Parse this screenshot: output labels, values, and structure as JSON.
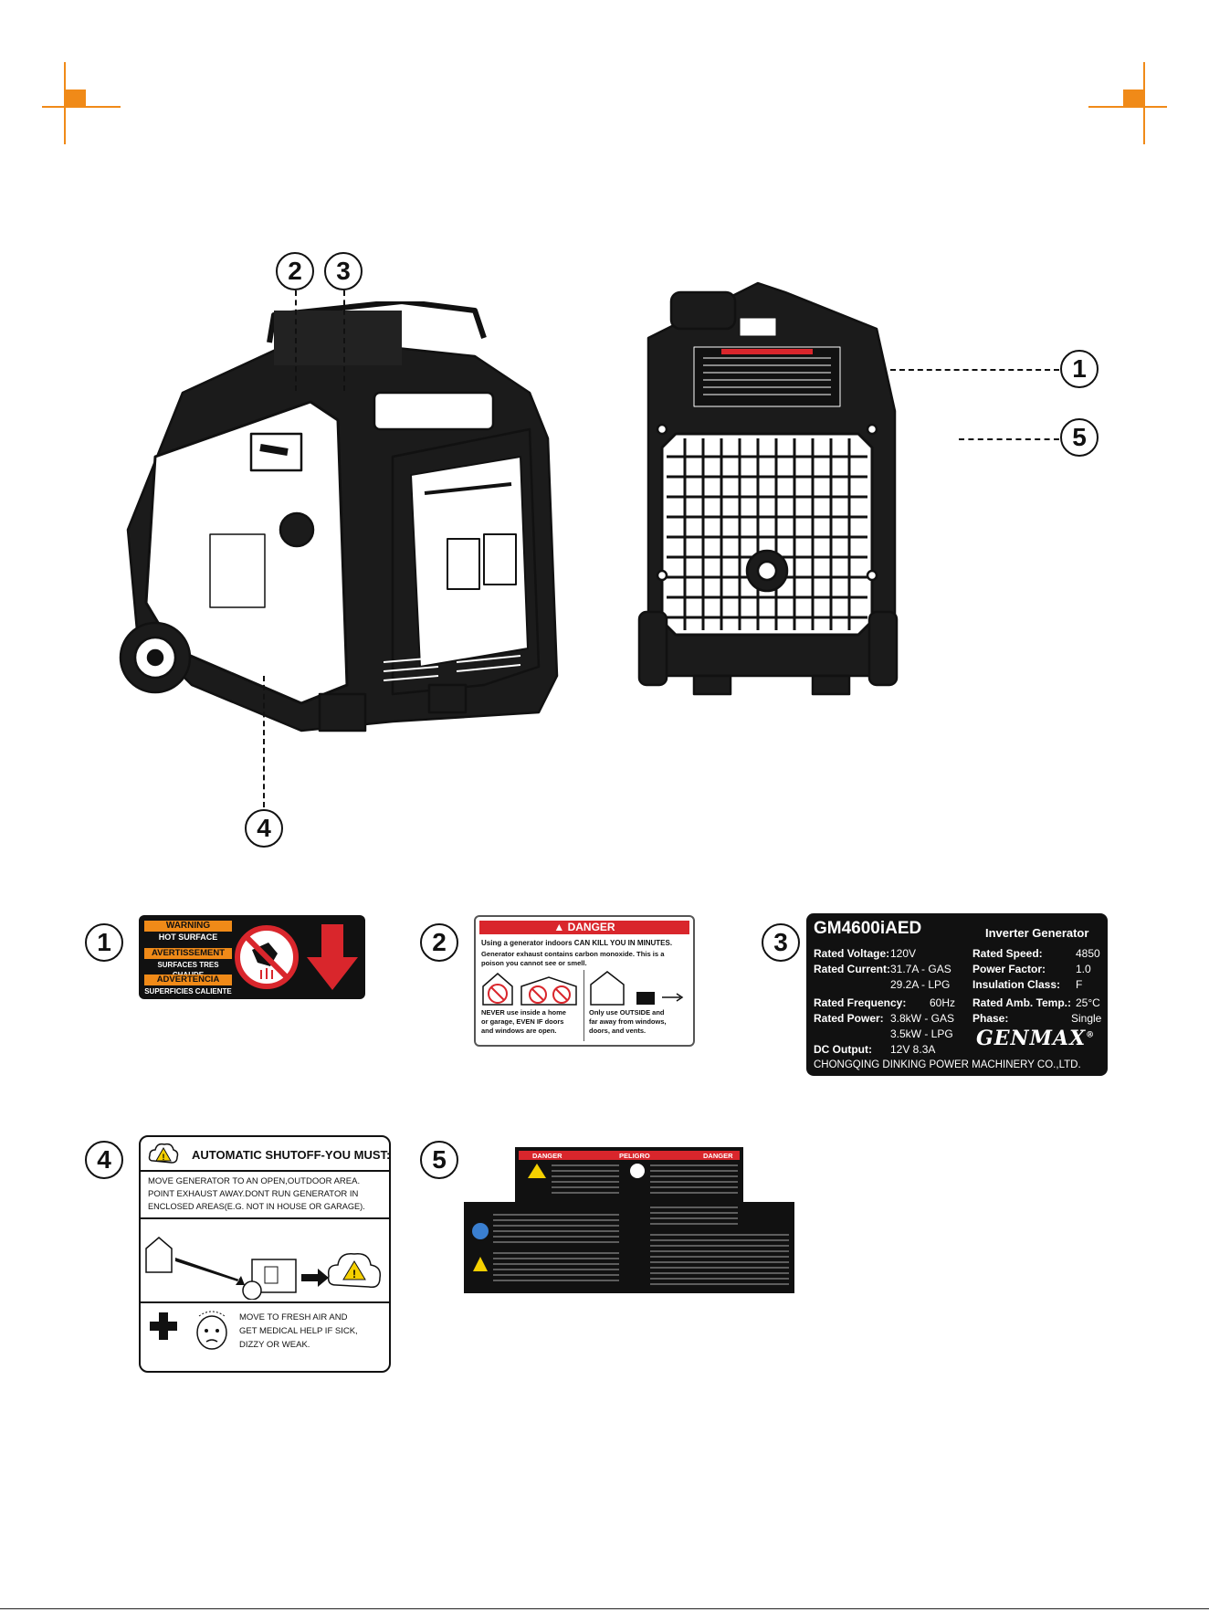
{
  "callouts": {
    "c1": "1",
    "c2": "2",
    "c3": "3",
    "c4": "4",
    "c5": "5"
  },
  "label1": {
    "warning": "WARNING",
    "hot": "HOT SURFACE",
    "avert": "AVERTISSEMENT",
    "surf": "SURFACES TRES CHAUDE",
    "advert": "ADVERTENCIA",
    "super": "SUPERFICIES CALIENTE"
  },
  "label2": {
    "header": "DANGER",
    "line1": "Using a generator indoors CAN KILL YOU IN MINUTES.",
    "line2": "Generator exhaust contains carbon monoxide. This is a",
    "line3": "poison you cannot see or smell.",
    "left1": "NEVER use inside a home",
    "left2": "or garage, EVEN IF doors",
    "left3": "and windows are open.",
    "right1": "Only use OUTSIDE and",
    "right2": "far away from windows,",
    "right3": "doors, and vents."
  },
  "label3": {
    "model": "GM4600iAED",
    "type": "Inverter Generator",
    "rv_k": "Rated Voltage:",
    "rv_v": "120V",
    "rc_k": "Rated Current:",
    "rc_v1": "31.7A - GAS",
    "rc_v2": "29.2A - LPG",
    "rf_k": "Rated Frequency:",
    "rf_v": "60Hz",
    "rp_k": "Rated Power:",
    "rp_v1": "3.8kW - GAS",
    "rp_v2": "3.5kW - LPG",
    "dc_k": "DC Output:",
    "dc_v": "12V 8.3A",
    "rs_k": "Rated Speed:",
    "rs_v": "4850",
    "pf_k": "Power Factor:",
    "pf_v": "1.0",
    "ic_k": "Insulation Class:",
    "ic_v": "F",
    "rat_k": "Rated Amb. Temp.:",
    "rat_v": "25°C",
    "ph_k": "Phase:",
    "ph_v": "Single",
    "brand": "GENMAX",
    "reg": "®",
    "maker": "CHONGQING DINKING POWER MACHINERY CO.,LTD."
  },
  "label4": {
    "title": "AUTOMATIC SHUTOFF-YOU MUST:",
    "t1": "MOVE GENERATOR TO AN OPEN,OUTDOOR AREA.",
    "t2": "POINT EXHAUST AWAY.DONT RUN GENERATOR IN",
    "t3": "ENCLOSED AREAS(E.G. NOT IN HOUSE OR GARAGE).",
    "b1": "MOVE TO FRESH AIR AND",
    "b2": "GET MEDICAL HELP IF SICK,",
    "b3": "DIZZY OR WEAK."
  },
  "label5": {
    "h1": "DANGER",
    "h2": "PELIGRO",
    "h3": "DANGER"
  },
  "colors": {
    "orange_mark": "#f08a18",
    "danger_red": "#d9262c",
    "warn_orange": "#f08a18",
    "label_black": "#111111"
  }
}
